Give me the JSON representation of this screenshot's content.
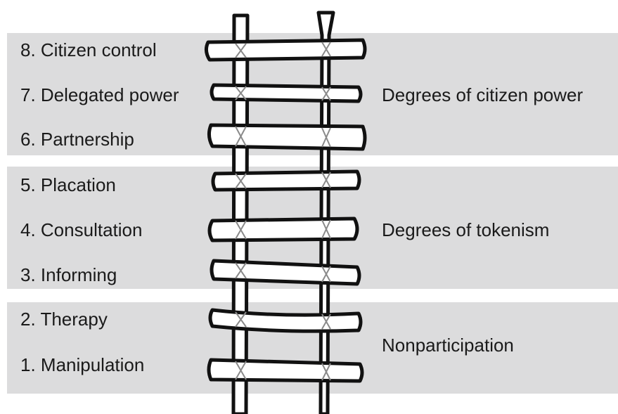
{
  "rungs": [
    {
      "label": "8. Citizen control"
    },
    {
      "label": "7. Delegated power"
    },
    {
      "label": "6. Partnership"
    },
    {
      "label": "5. Placation"
    },
    {
      "label": "4. Consultation"
    },
    {
      "label": "3. Informing"
    },
    {
      "label": "2. Therapy"
    },
    {
      "label": "1. Manipulation"
    }
  ],
  "groups": [
    {
      "label": "Degrees of citizen power"
    },
    {
      "label": "Degrees of tokenism"
    },
    {
      "label": "Nonparticipation"
    }
  ],
  "colors": {
    "band_fill": "#dcdcdd",
    "ladder_outline": "#111111",
    "ladder_fill": "#ffffff",
    "text": "#1a1a1a"
  }
}
